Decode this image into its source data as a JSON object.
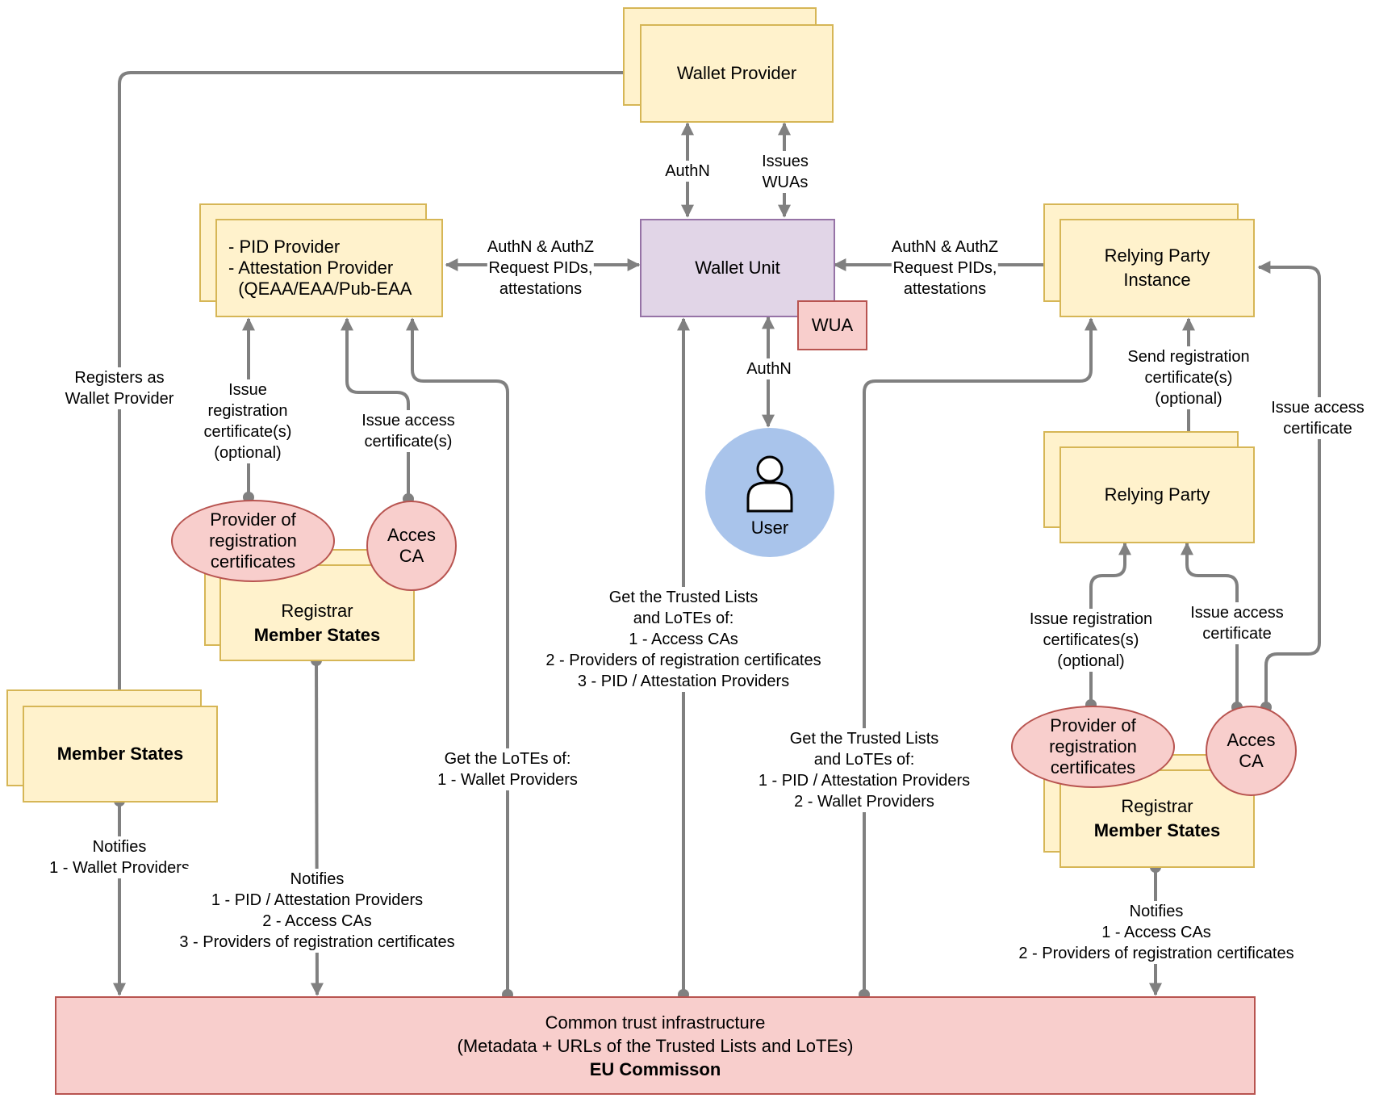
{
  "nodes": {
    "wallet_provider": "Wallet Provider",
    "pid_provider_lines": [
      "- PID Provider",
      "- Attestation Provider",
      "  (QEAA/EAA/Pub-EAA"
    ],
    "wallet_unit": "Wallet Unit",
    "wua": "WUA",
    "relying_party_instance_lines": [
      "Relying Party",
      "Instance"
    ],
    "user": "User",
    "relying_party": "Relying Party",
    "provider_reg_certs_left_lines": [
      "Provider of",
      "registration",
      "certificates"
    ],
    "access_ca_left_lines": [
      "Acces",
      "CA"
    ],
    "registrar_left_lines": [
      "Registrar",
      "Member States"
    ],
    "member_states": "Member States",
    "provider_reg_certs_right_lines": [
      "Provider of",
      "registration",
      "certificates"
    ],
    "access_ca_right_lines": [
      "Acces",
      "CA"
    ],
    "registrar_right_lines": [
      "Registrar",
      "Member States"
    ],
    "common_trust_lines": [
      "Common trust infrastructure",
      "(Metadata + URLs of the Trusted Lists and LoTEs)",
      "EU Commisson"
    ]
  },
  "edges": {
    "authn_wp": "AuthN",
    "issues_wuas": [
      "Issues",
      "WUAs"
    ],
    "authn_authz_left": [
      "AuthN & AuthZ",
      "Request PIDs,",
      "attestations"
    ],
    "authn_authz_right": [
      "AuthN & AuthZ",
      "Request PIDs,",
      "attestations"
    ],
    "authn_user": "AuthN",
    "registers_as_wp": [
      "Registers as",
      "Wallet Provider"
    ],
    "issue_reg_cert_left": [
      "Issue",
      "registration",
      "certificate(s)",
      "(optional)"
    ],
    "issue_access_cert_left": [
      "Issue access",
      "certificate(s)"
    ],
    "send_reg_cert": [
      "Send registration",
      "certificate(s)",
      "(optional)"
    ],
    "issue_access_cert_rpi": [
      "Issue access",
      "certificate"
    ],
    "get_lotes_wp": [
      "Get the LoTEs of:",
      "1 - Wallet Providers"
    ],
    "get_trusted_center": [
      "Get the Trusted Lists",
      "and LoTEs of:",
      "1 - Access CAs",
      "2 - Providers of registration certificates",
      "3 - PID / Attestation Providers"
    ],
    "get_trusted_right": [
      "Get the Trusted Lists",
      "and LoTEs of:",
      "1 - PID / Attestation Providers",
      "2 - Wallet Providers"
    ],
    "issue_reg_certs_right": [
      "Issue registration",
      "certificates(s)",
      "(optional)"
    ],
    "issue_access_cert_rp": [
      "Issue access",
      "certificate"
    ],
    "notifies_ms": [
      "Notifies",
      "1 - Wallet Providers"
    ],
    "notifies_registrar_left": [
      "Notifies",
      "1 - PID / Attestation Providers",
      "2 - Access CAs",
      "3 - Providers of registration certificates"
    ],
    "notifies_registrar_right": [
      "Notifies",
      "1 - Access CAs",
      "2 - Providers of registration certificates"
    ]
  },
  "colors": {
    "yellow_fill": "#fff2cc",
    "yellow_stroke": "#d6b656",
    "purple_fill": "#e1d5e7",
    "purple_stroke": "#9673a6",
    "pink_fill": "#f8cecc",
    "pink_stroke": "#b85450",
    "user_fill": "#a9c4eb",
    "edge": "#808080"
  },
  "icons": {
    "user": "user-silhouette-icon"
  }
}
